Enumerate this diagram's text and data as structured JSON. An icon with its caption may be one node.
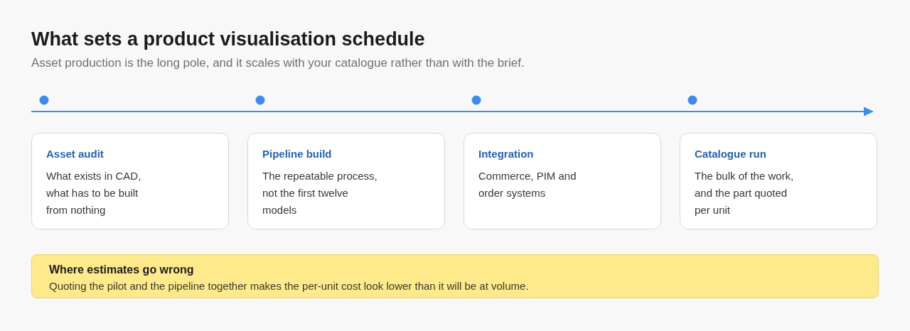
{
  "diagram": {
    "title": "What sets a product visualisation schedule",
    "caption": "Asset production is the long pole, and it scales with your catalogue rather than with the brief.",
    "nodes": [
      {
        "text": [
          "Asset audit",
          "What exists in CAD, what has to be built from nothing"
        ]
      },
      {
        "text": [
          "Pipeline build",
          "The repeatable process, not the first twelve models"
        ]
      },
      {
        "text": [
          "Integration",
          "Commerce, PIM and order systems"
        ]
      },
      {
        "text": [
          "Catalogue run",
          "The bulk of the work, and the part quoted per unit"
        ]
      },
      {
        "text": [
          "Where estimates go wrong",
          "Quoting the pilot and the pipeline together makes the per-unit cost look lower than it will be at volume."
        ]
      }
    ],
    "edges": []
  }
}
